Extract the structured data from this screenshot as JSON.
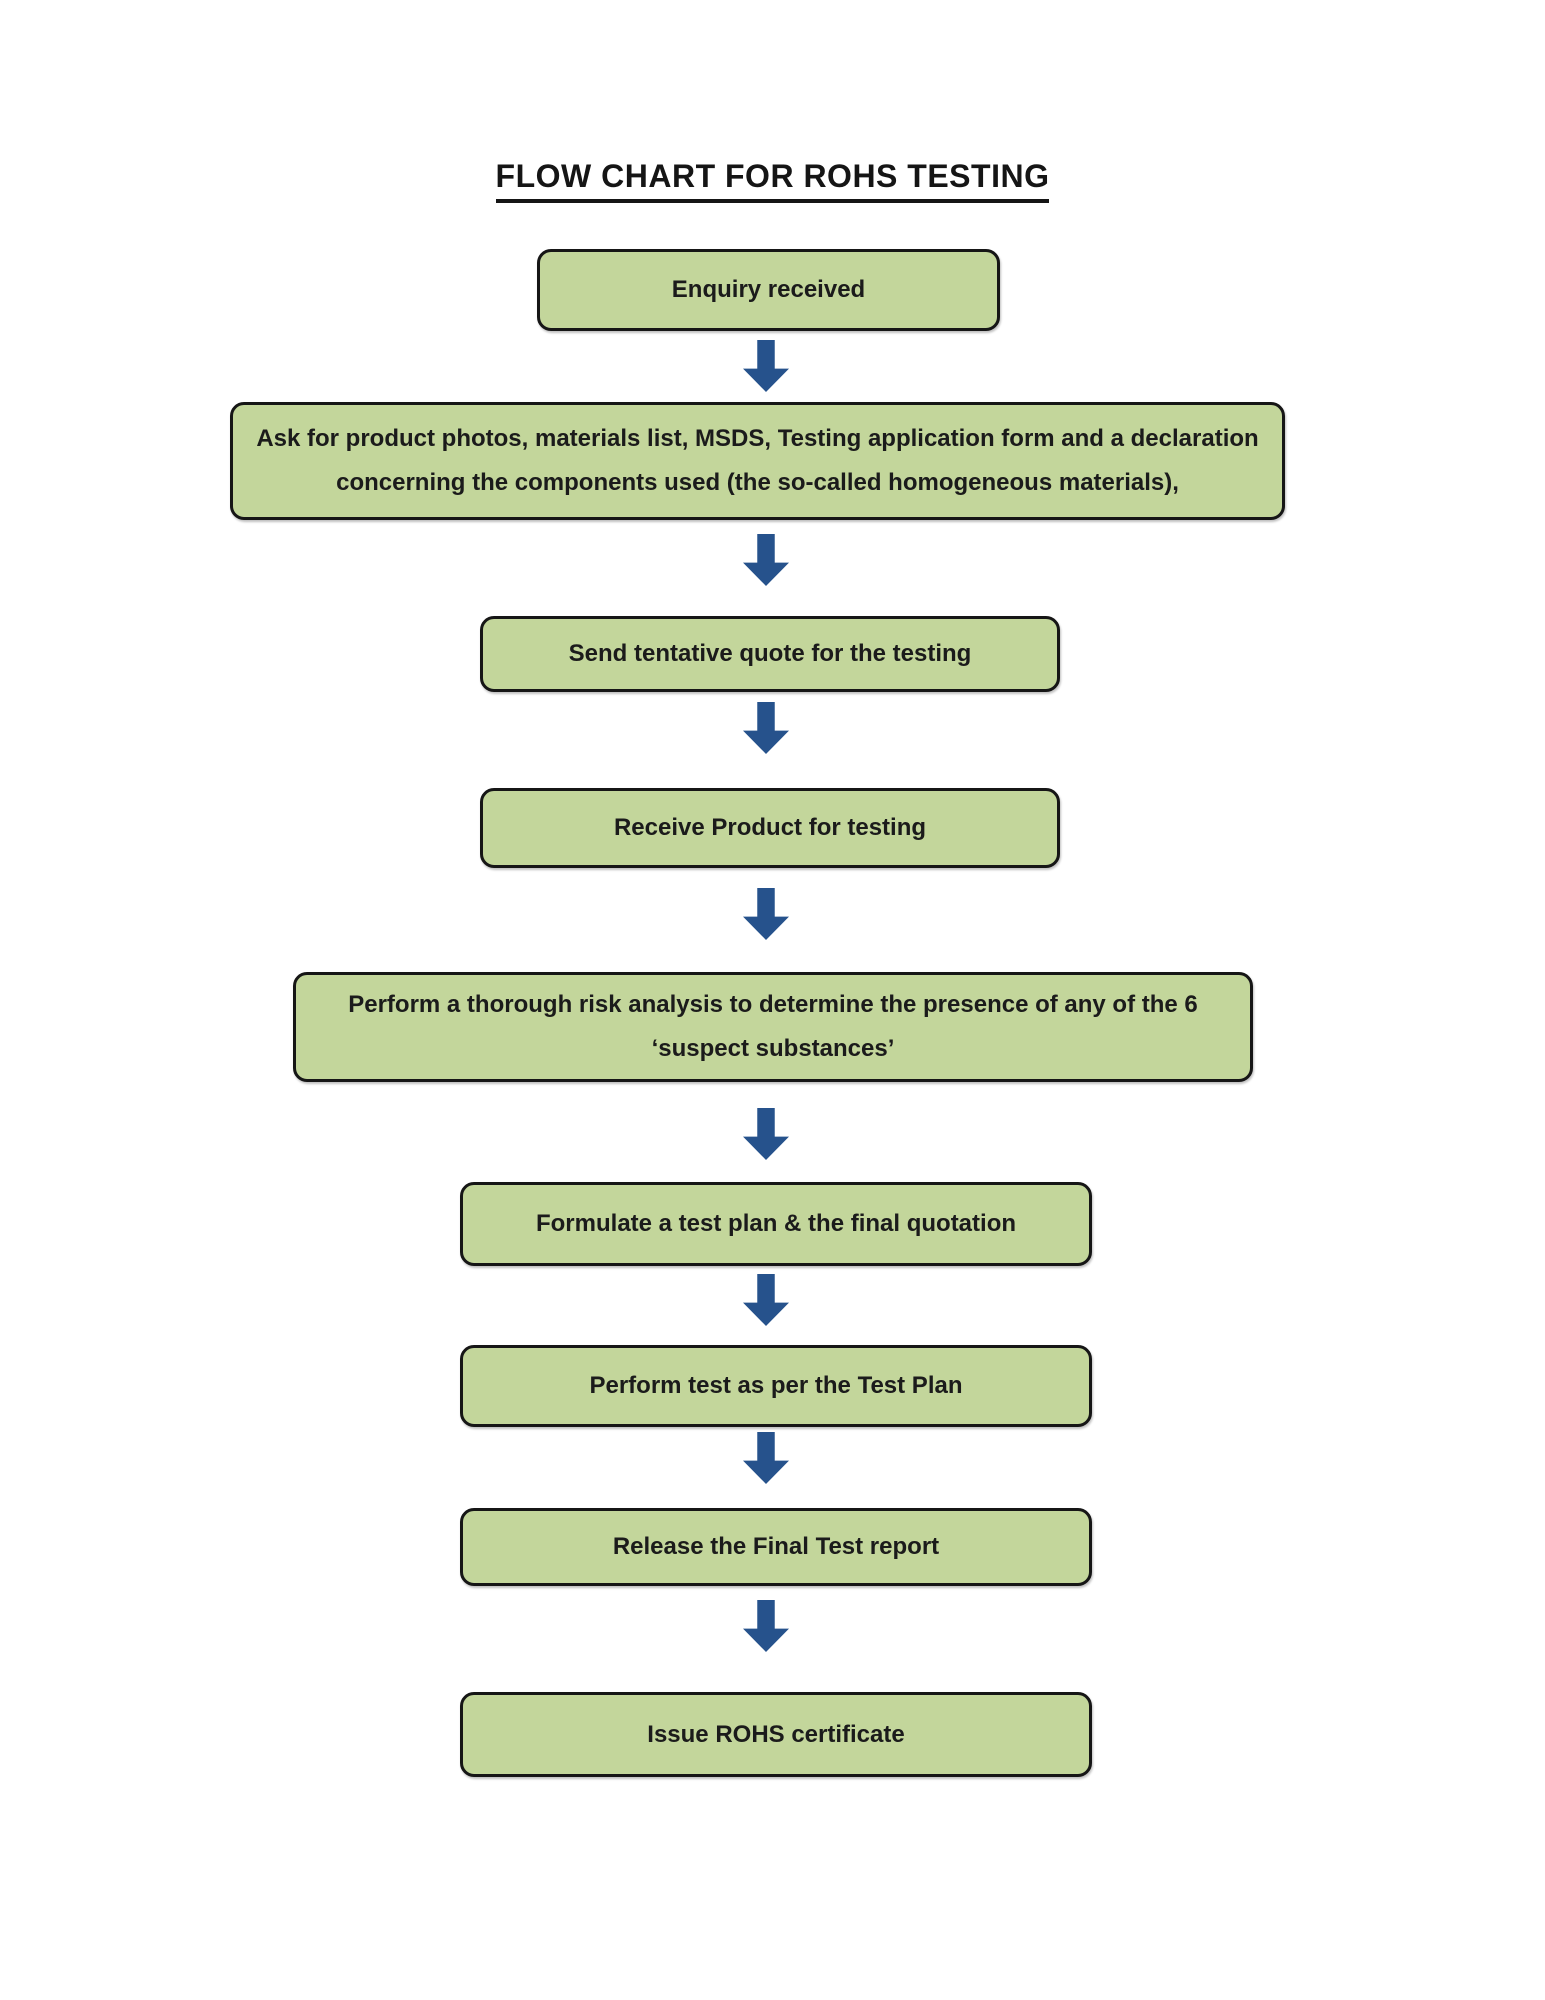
{
  "page": {
    "title": "FLOW CHART FOR ROHS TESTING"
  },
  "colors": {
    "box_fill": "#c3d69b",
    "box_border": "#161616",
    "arrow": "#26528c",
    "text": "#1b1b1b",
    "background": "#ffffff"
  },
  "flowchart": {
    "connector_icon": "down-arrow-icon",
    "steps": [
      {
        "label": "Enquiry received"
      },
      {
        "label": "Ask for product photos, materials list, MSDS, Testing application form and a declaration concerning the components used (the so-called homogeneous materials),"
      },
      {
        "label": "Send tentative quote for the testing"
      },
      {
        "label": "Receive Product for testing"
      },
      {
        "label": "Perform a thorough risk analysis to determine the presence of any of the 6 ‘suspect substances’"
      },
      {
        "label": "Formulate a test plan & the final quotation"
      },
      {
        "label": "Perform test as per the Test Plan"
      },
      {
        "label": "Release the Final Test report"
      },
      {
        "label": "Issue ROHS certificate"
      }
    ]
  }
}
